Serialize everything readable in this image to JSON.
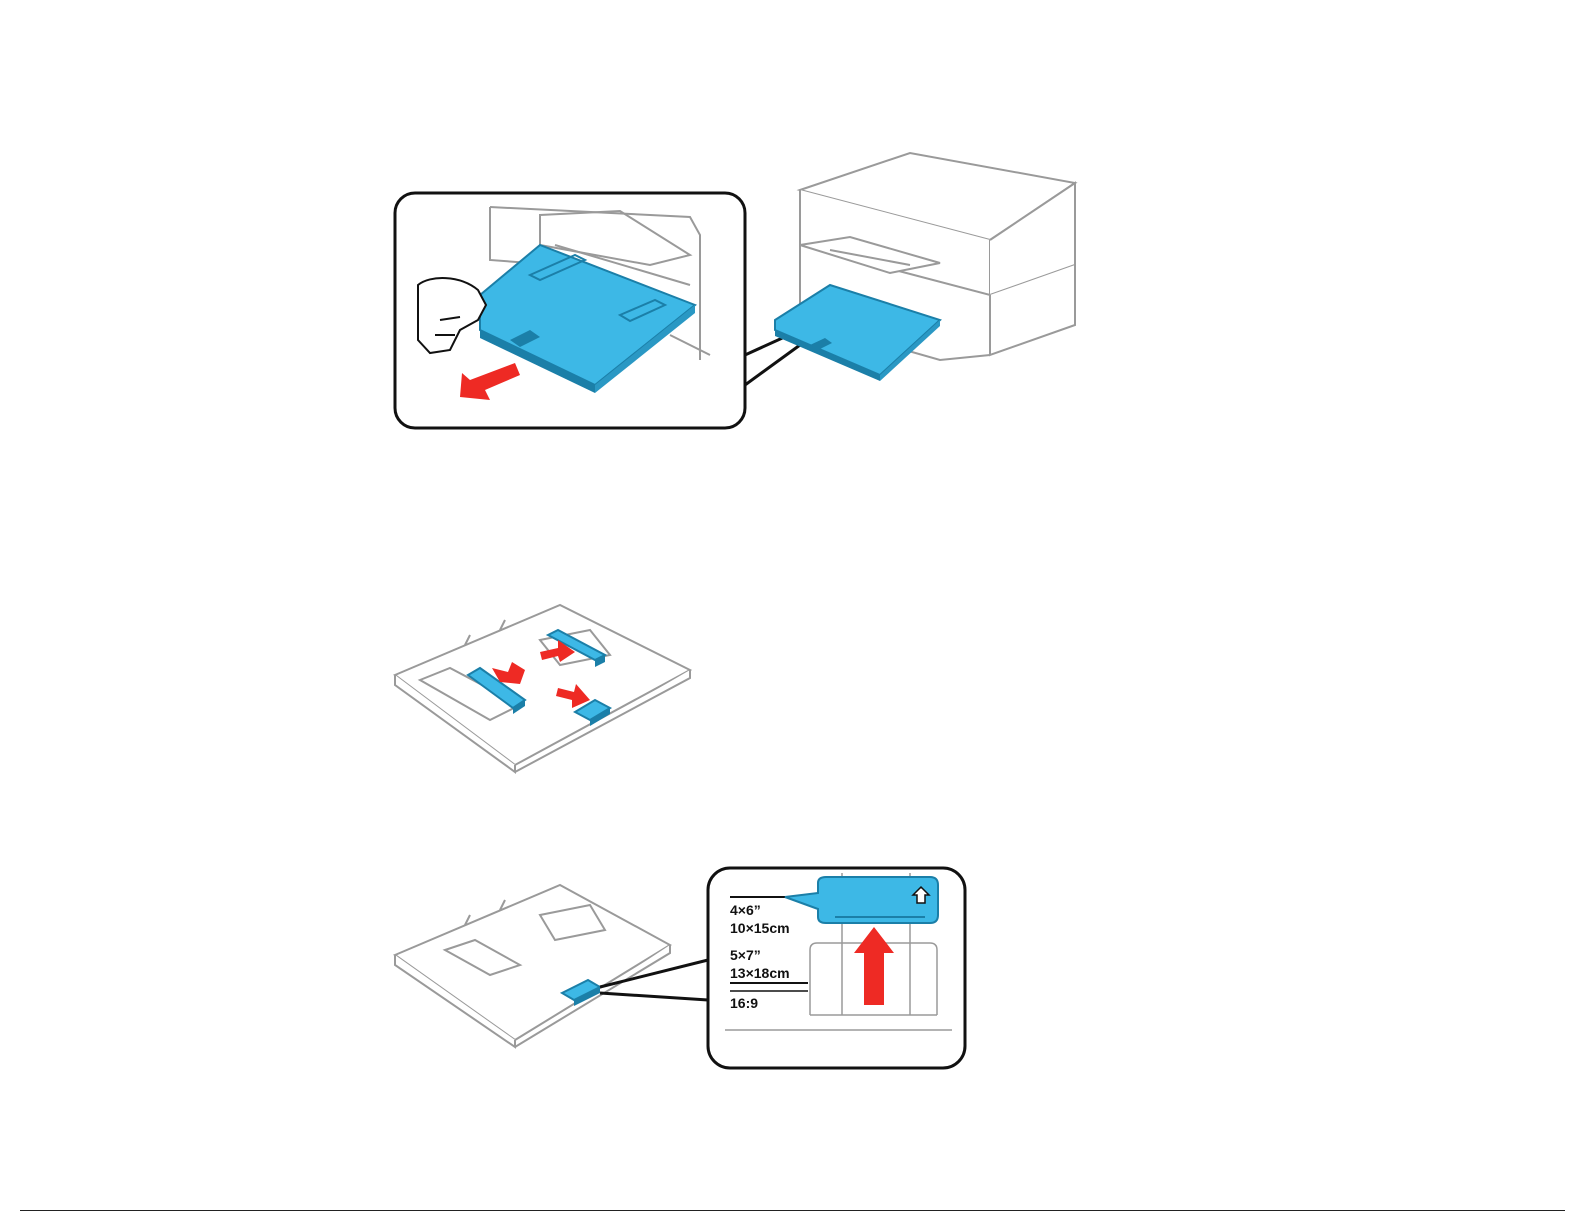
{
  "colors": {
    "tray_blue": "#3db8e6",
    "tray_blue_dark": "#1b7fa8",
    "arrow_red": "#ee2a24",
    "line_gray": "#9a9a9a",
    "outline_black": "#111111"
  },
  "icons": [
    "hand-icon",
    "arrow-left-icon",
    "arrow-right-icon",
    "arrow-up-icon",
    "paper-edge-guide-icon"
  ],
  "figure3": {
    "size_labels": [
      "4×6”",
      "10×15cm",
      "5×7”",
      "13×18cm",
      "16:9"
    ]
  }
}
